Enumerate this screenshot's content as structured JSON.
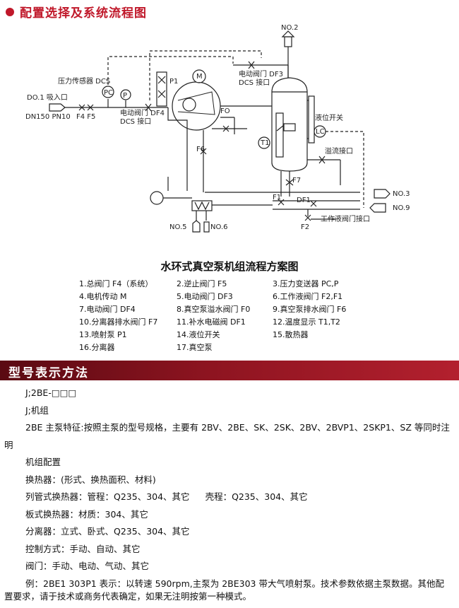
{
  "section1": {
    "title": "配置选择及系统流程图"
  },
  "diagram": {
    "labels": {
      "no2": "NO.2",
      "p1": "P1",
      "m": "M",
      "pc": "PC",
      "p": "P",
      "pressure_sensor": "压力传感器 DCS",
      "suction_inlet": "DO.1 吸入口",
      "dn": "DN150 PN10",
      "f4f5": "F4 F5",
      "valve_df4_a": "电动阀门 DF4",
      "valve_df4_b": "DCS 接口",
      "valve_df3_a": "电动阀门 DF3",
      "valve_df3_b": "DCS 接口",
      "f0": "FO",
      "f6": "F6",
      "level_switch": "液位开关",
      "lc": "LC",
      "t1": "T1",
      "overflow": "溢流接口",
      "f7": "F7",
      "no3": "NO.3",
      "f1": "F1",
      "df1": "DF1",
      "no9": "NO.9",
      "f2": "F2",
      "work_fluid": "工作液阀门接口",
      "no5": "NO.5",
      "no6": "NO.6"
    },
    "caption": "水环式真空泵机组流程方案图",
    "legend": [
      "1.总阀门 F4（系统）",
      "2.逆止阀门 F5",
      "3.压力变送器 PC,P",
      "4.电机传动 M",
      "5.电动阀门 DF3",
      "6.工作液阀门 F2,F1",
      "7.电动阀门 DF4",
      "8.真空泵溢水阀门 F0",
      "9.真空泵排水阀门 F6",
      "10.分离器排水阀门 F7",
      "11.补水电磁阀 DF1",
      "12.温度显示 T1,T2",
      "13.喷射泵 P1",
      "14.液位开关",
      "15.散热器",
      "16.分离器",
      "17.真空泵",
      ""
    ]
  },
  "section2": {
    "title": "型号表示方法",
    "lines": [
      "J;2BE-□□□",
      "J;机组",
      "2BE 主泵特征:按照主泵的型号规格，主要有 2BV、2BE、SK、2SK、2BV、2BVP1、2SKP1、SZ  等同时注",
      "明",
      "机组配置",
      "换热器：(形式、换热面积、材料)",
      "列管式换热器：管程：Q235、304、其它",
      "壳程：Q235、304、其它",
      "板式换热器：材质：304、其它",
      "分离器：立式、卧式、Q235、304、其它",
      "控制方式：手动、自动、其它",
      "阀门：手动、电动、气动、其它",
      "例：2BE1  303P1 表示：以转速 590rpm,主泵为 2BE303 带大气喷射泵。技术参数依据主泵数据。其他配",
      "置要求，请于技术或商务代表确定，如果无注明按第一种模式。"
    ]
  }
}
